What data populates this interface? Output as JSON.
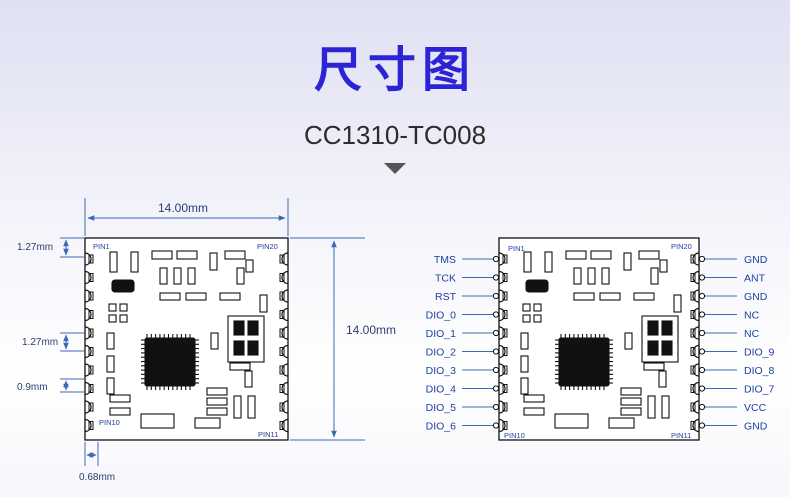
{
  "header": {
    "title": "尺寸图",
    "subtitle": "CC1310-TC008"
  },
  "dimensions": {
    "width": "14.00mm",
    "height": "14.00mm",
    "edge_to_pin": "1.27mm",
    "pin_pitch": "1.27mm",
    "pad_size": "0.9mm",
    "pad_offset": "0.68mm"
  },
  "silkscreen": {
    "pin1": "PIN1",
    "pin20": "PIN20",
    "pin10": "PIN10",
    "pin11": "PIN11"
  },
  "pins_left": [
    "TMS",
    "TCK",
    "RST",
    "DIO_0",
    "DIO_1",
    "DIO_2",
    "DIO_3",
    "DIO_4",
    "DIO_5",
    "DIO_6"
  ],
  "pins_right": [
    "GND",
    "ANT",
    "GND",
    "NC",
    "NC",
    "DIO_9",
    "DIO_8",
    "DIO_7",
    "VCC",
    "GND"
  ],
  "colors": {
    "title": "#2d23d6",
    "dimension_line": "#3c6bb5",
    "pin_label": "#1d3fa0",
    "board_outline": "#111111"
  }
}
